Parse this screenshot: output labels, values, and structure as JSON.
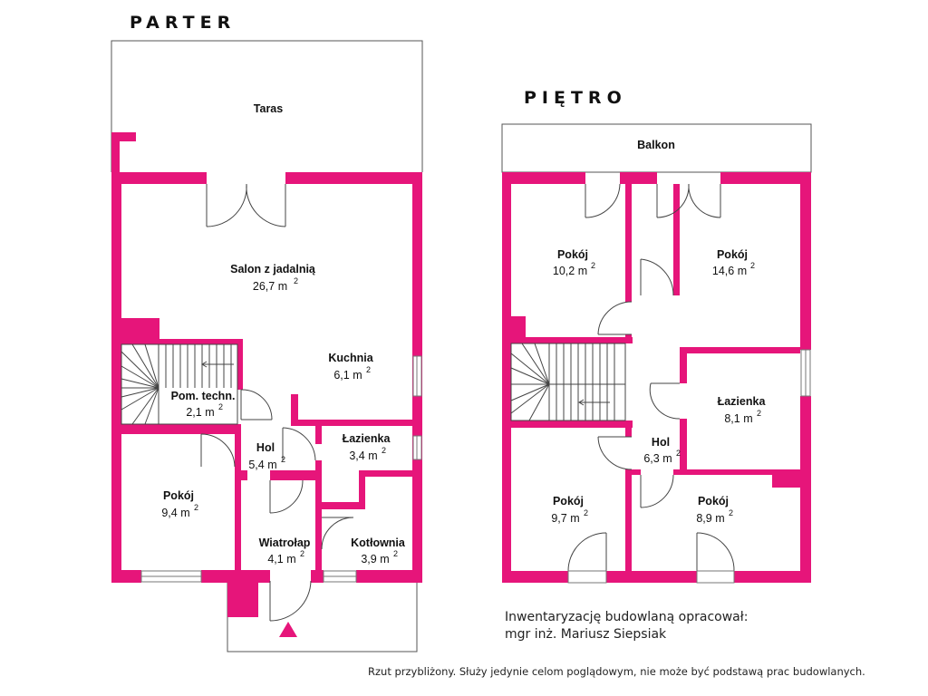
{
  "accent_color": "#e6157a",
  "floors": {
    "ground": {
      "title": "PARTER",
      "terrace": "Taras",
      "rooms": {
        "salon": {
          "name": "Salon z jadalnią",
          "area": "26,7 m",
          "unit_exp": "2"
        },
        "kuchnia": {
          "name": "Kuchnia",
          "area": "6,1 m",
          "unit_exp": "2"
        },
        "pom_tech": {
          "name": "Pom. techn.",
          "area": "2,1 m",
          "unit_exp": "2"
        },
        "hol": {
          "name": "Hol",
          "area": "5,4 m",
          "unit_exp": "2"
        },
        "lazienka": {
          "name": "Łazienka",
          "area": "3,4 m",
          "unit_exp": "2"
        },
        "pokoj": {
          "name": "Pokój",
          "area": "9,4 m",
          "unit_exp": "2"
        },
        "wiatrolap": {
          "name": "Wiatrołap",
          "area": "4,1 m",
          "unit_exp": "2"
        },
        "kotlownia": {
          "name": "Kotłownia",
          "area": "3,9 m",
          "unit_exp": "2"
        }
      }
    },
    "upper": {
      "title": "PIĘTRO",
      "balcony": "Balkon",
      "rooms": {
        "pokoj1": {
          "name": "Pokój",
          "area": "10,2 m",
          "unit_exp": "2"
        },
        "pokoj2": {
          "name": "Pokój",
          "area": "14,6 m",
          "unit_exp": "2"
        },
        "lazienka": {
          "name": "Łazienka",
          "area": "8,1 m",
          "unit_exp": "2"
        },
        "hol": {
          "name": "Hol",
          "area": "6,3 m",
          "unit_exp": "2"
        },
        "pokoj3": {
          "name": "Pokój",
          "area": "9,7 m",
          "unit_exp": "2"
        },
        "pokoj4": {
          "name": "Pokój",
          "area": "8,9 m",
          "unit_exp": "2"
        }
      }
    }
  },
  "author_note": {
    "line1": "Inwentaryzację budowlaną opracował:",
    "line2": "mgr inż. Mariusz Siepsiak"
  },
  "disclaimer": "Rzut przybliżony. Służy jedynie celom poglądowym, nie może być podstawą prac budowlanych."
}
